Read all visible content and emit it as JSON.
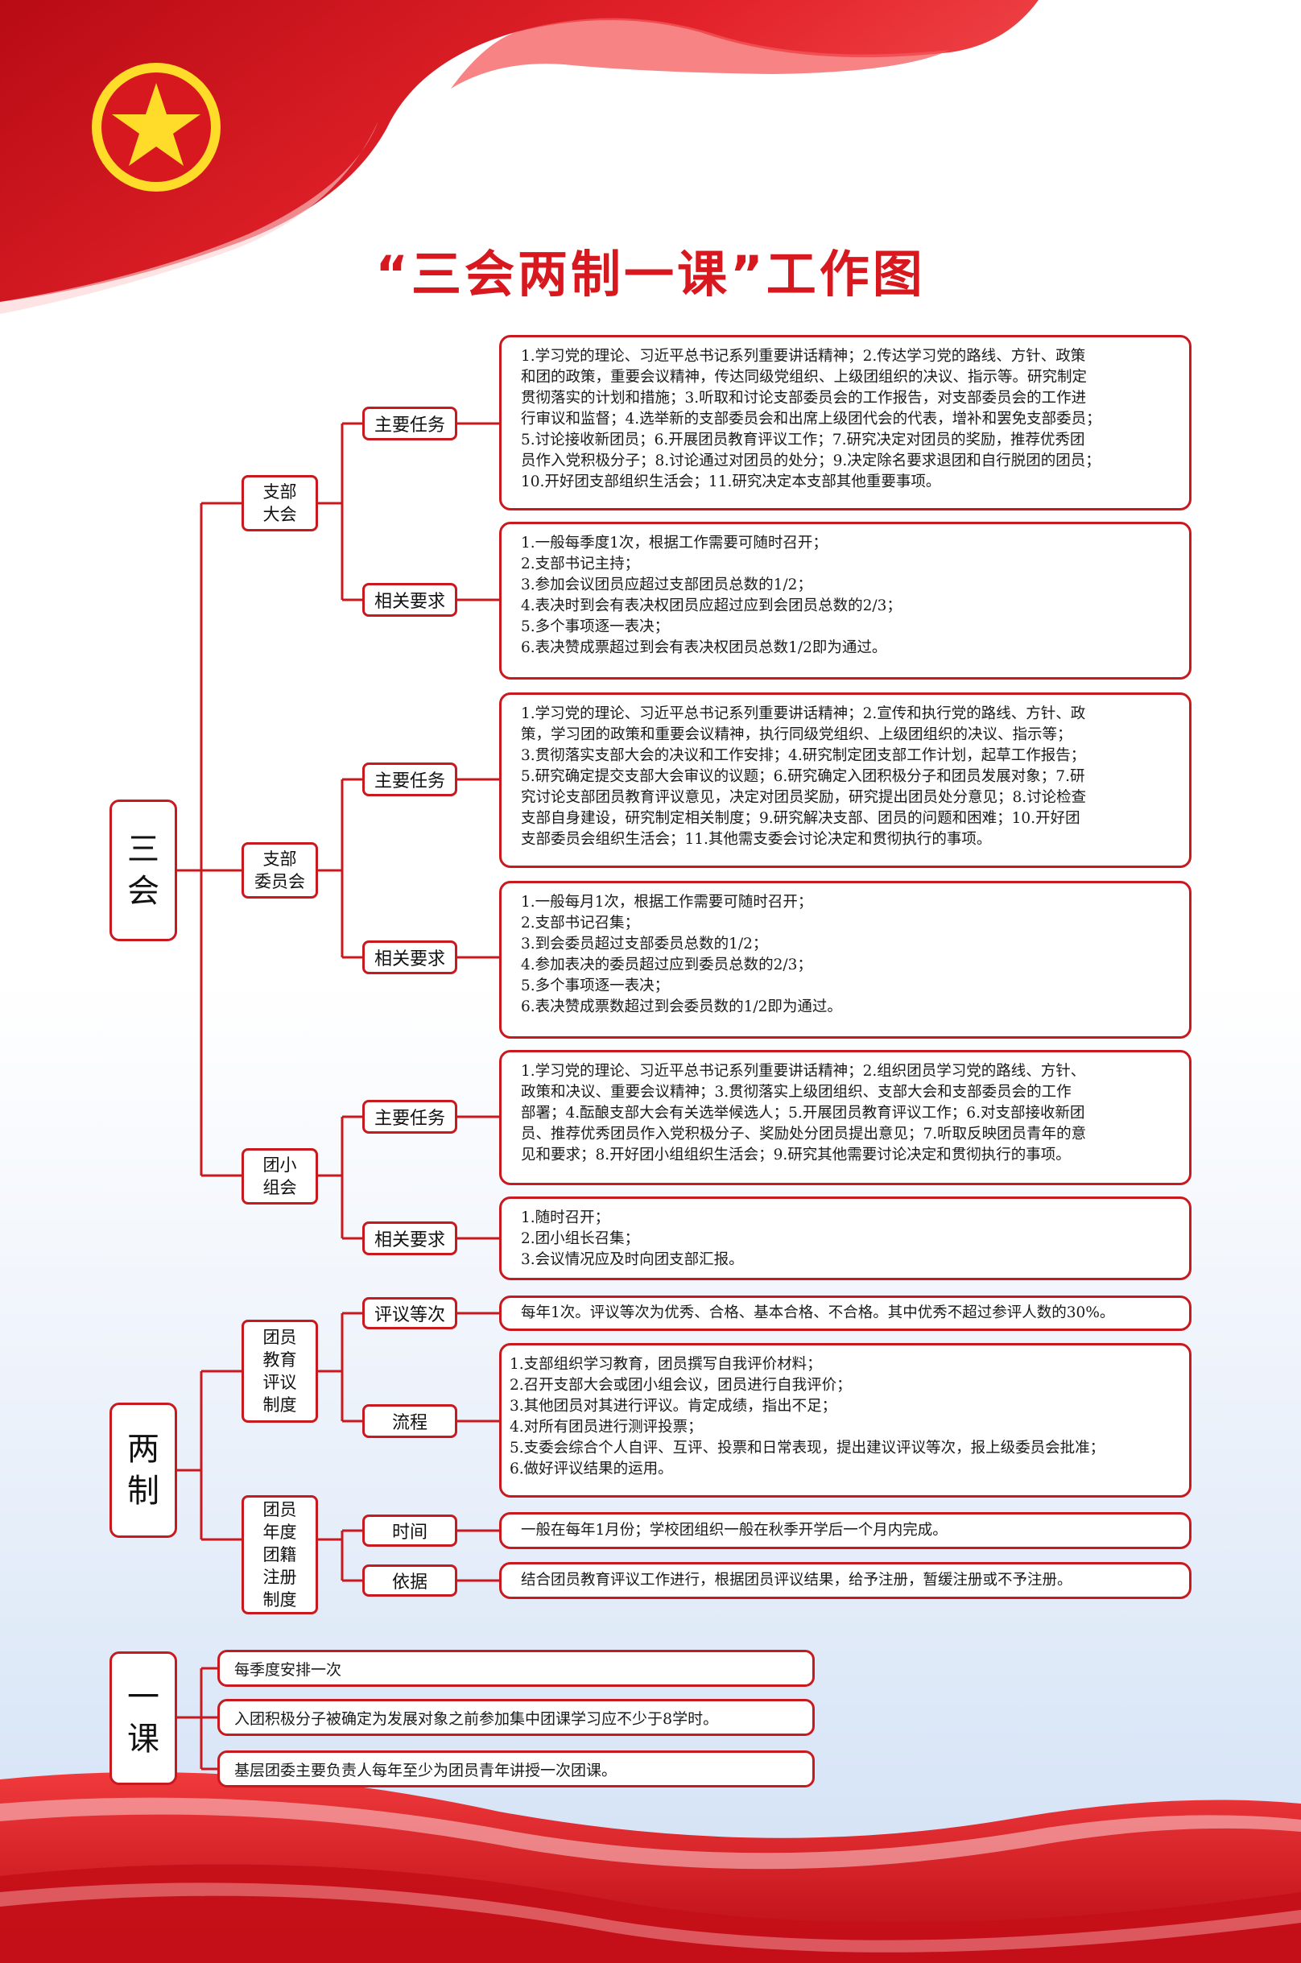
{
  "title": "“三会两制一课”工作图",
  "san_hui": {
    "label": "三会",
    "zhibu_dahui": {
      "label": "支部\n大会",
      "main_tasks": {
        "label": "主要任务",
        "content": "1.学习党的理论、习近平总书记系列重要讲话精神；2.传达学习党的路线、方针、政策\n和团的政策，重要会议精神，传达同级党组织、上级团组织的决议、指示等。研究制定\n贯彻落实的计划和措施；3.听取和讨论支部委员会的工作报告，对支部委员会的工作进\n行审议和监督；4.选举新的支部委员会和出席上级团代会的代表，增补和罢免支部委员；\n5.讨论接收新团员；6.开展团员教育评议工作；7.研究决定对团员的奖励，推荐优秀团\n员作入党积极分子；8.讨论通过对团员的处分；9.决定除名要求退团和自行脱团的团员；\n10.开好团支部组织生活会；11.研究决定本支部其他重要事项。"
      },
      "requirements": {
        "label": "相关要求",
        "content": "1.一般每季度1次，根据工作需要可随时召开；\n2.支部书记主持；\n3.参加会议团员应超过支部团员总数的1/2；\n4.表决时到会有表决权团员应超过应到会团员总数的2/3；\n5.多个事项逐一表决；\n6.表决赞成票超过到会有表决权团员总数1/2即为通过。"
      }
    },
    "zhibu_weiyuanhui": {
      "label": "支部\n委员会",
      "main_tasks": {
        "label": "主要任务",
        "content": "1.学习党的理论、习近平总书记系列重要讲话精神；2.宣传和执行党的路线、方针、政\n策，学习团的政策和重要会议精神，执行同级党组织、上级团组织的决议、指示等；\n3.贯彻落实支部大会的决议和工作安排；4.研究制定团支部工作计划，起草工作报告；\n5.研究确定提交支部大会审议的议题；6.研究确定入团积极分子和团员发展对象；7.研\n究讨论支部团员教育评议意见，决定对团员奖励，研究提出团员处分意见；8.讨论检查\n支部自身建设，研究制定相关制度；9.研究解决支部、团员的问题和困难；10.开好团\n支部委员会组织生活会；11.其他需支委会讨论决定和贯彻执行的事项。"
      },
      "requirements": {
        "label": "相关要求",
        "content": "1.一般每月1次，根据工作需要可随时召开；\n2.支部书记召集；\n3.到会委员超过支部委员总数的1/2；\n4.参加表决的委员超过应到委员总数的2/3；\n5.多个事项逐一表决；\n6.表决赞成票数超过到会委员数的1/2即为通过。"
      }
    },
    "tuan_xiaozu_hui": {
      "label": "团小\n组会",
      "main_tasks": {
        "label": "主要任务",
        "content": "1.学习党的理论、习近平总书记系列重要讲话精神；2.组织团员学习党的路线、方针、\n政策和决议、重要会议精神；3.贯彻落实上级团组织、支部大会和支部委员会的工作\n部署；4.酝酿支部大会有关选举候选人；5.开展团员教育评议工作；6.对支部接收新团\n员、推荐优秀团员作入党积极分子、奖励处分团员提出意见；7.听取反映团员青年的意\n见和要求；8.开好团小组组织生活会；9.研究其他需要讨论决定和贯彻执行的事项。"
      },
      "requirements": {
        "label": "相关要求",
        "content": "1.随时召开；\n2.团小组长召集；\n3.会议情况应及时向团支部汇报。"
      }
    }
  },
  "liang_zhi": {
    "label": "两\n制",
    "pingyi": {
      "label": "团员\n教育\n评议\n制度",
      "grades": {
        "label": "评议等次",
        "content": "每年1次。评议等次为优秀、合格、基本合格、不合格。其中优秀不超过参评人数的30%。"
      },
      "process": {
        "label": "流程",
        "content": "1.支部组织学习教育，团员撰写自我评价材料；\n2.召开支部大会或团小组会议，团员进行自我评价；\n3.其他团员对其进行评议。肯定成绩，指出不足；\n4.对所有团员进行测评投票；\n5.支委会综合个人自评、互评、投票和日常表现，提出建议评议等次，报上级委员会批准；\n6.做好评议结果的运用。"
      }
    },
    "zhuce": {
      "label": "团员\n年度\n团籍\n注册\n制度",
      "time": {
        "label": "时间",
        "content": "一般在每年1月份；学校团组织一般在秋季开学后一个月内完成。"
      },
      "basis": {
        "label": "依据",
        "content": "结合团员教育评议工作进行，根据团员评议结果，给予注册，暂缓注册或不予注册。"
      }
    }
  },
  "yi_ke": {
    "label": "一\n课",
    "items": [
      "每季度安排一次",
      "入团积极分子被确定为发展对象之前参加集中团课学习应不少于8学时。",
      "基层团委主要负责人每年至少为团员青年讲授一次团课。"
    ]
  },
  "colors": {
    "accent": "#d7181f",
    "emblem": "#ffdb2a"
  }
}
